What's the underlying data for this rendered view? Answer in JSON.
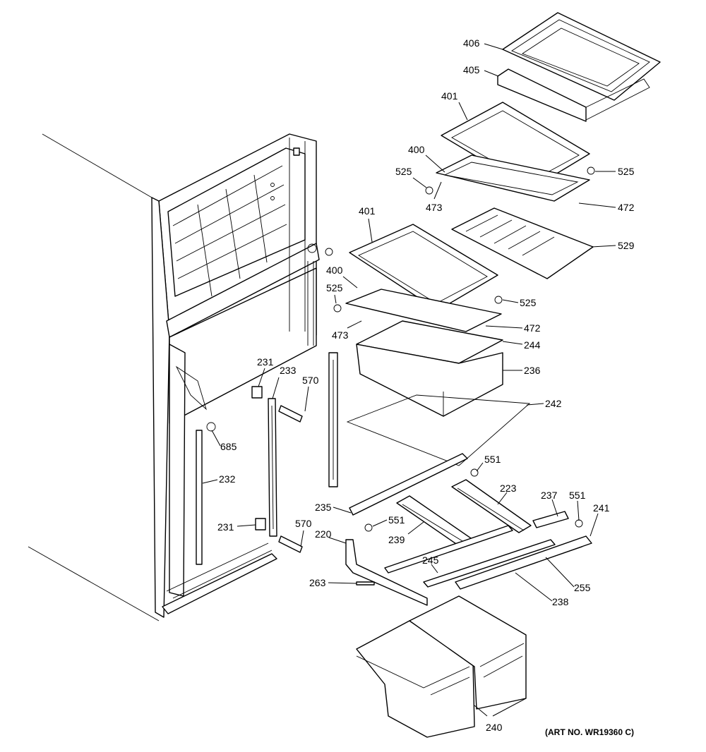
{
  "labels": {
    "p406": "406",
    "p405": "405",
    "p401a": "401",
    "p400a": "400",
    "p525a": "525",
    "p473a": "473",
    "p525b": "525",
    "p472a": "472",
    "p529": "529",
    "p401b": "401",
    "p400b": "400",
    "p525c": "525",
    "p473b": "473",
    "p525d": "525",
    "p472b": "472",
    "p244": "244",
    "p236": "236",
    "p242": "242",
    "p231a": "231",
    "p233": "233",
    "p570a": "570",
    "p685": "685",
    "p232": "232",
    "p231b": "231",
    "p570b": "570",
    "p551a": "551",
    "p223": "223",
    "p237": "237",
    "p551b": "551",
    "p241": "241",
    "p235": "235",
    "p551c": "551",
    "p239": "239",
    "p220": "220",
    "p245": "245",
    "p255": "255",
    "p263": "263",
    "p238": "238",
    "p240": "240"
  },
  "art_number": "(ART NO. WR19360 C)"
}
